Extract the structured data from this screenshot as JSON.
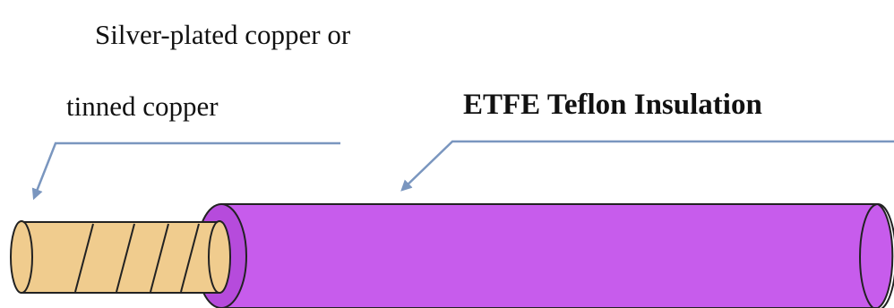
{
  "labels": {
    "conductor_line1": "Silver-plated copper or",
    "conductor_line2": "tinned copper",
    "insulation": "ETFE Teflon Insulation"
  },
  "colors": {
    "conductor_fill": "#f0cc8e",
    "conductor_stroke": "#222222",
    "insulation_fill": "#c75cec",
    "insulation_inner_fill": "#b64bdc",
    "insulation_stroke": "#222222",
    "leader_line": "#7a96bf"
  },
  "icons": {
    "leader_arrow": "arrow-pointer-icon"
  }
}
